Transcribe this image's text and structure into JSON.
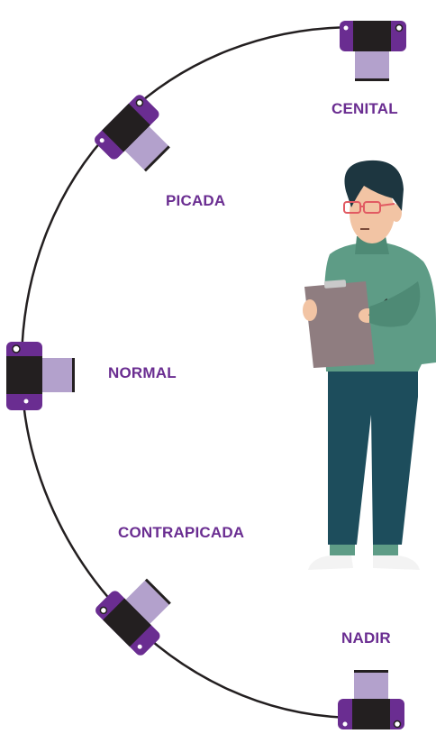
{
  "angles": {
    "cenital": "CENITAL",
    "picada": "PICADA",
    "normal": "NORMAL",
    "contrapicada": "CONTRAPICADA",
    "nadir": "NADIR"
  },
  "colors": {
    "label": "#6a2d91",
    "camera_body": "#6a2d91",
    "camera_core": "#231f20",
    "lens": "#b3a1cc",
    "arc": "#231f20",
    "shirt": "#5e9c86",
    "pants": "#1d4d5c",
    "hair": "#1d3640",
    "skin": "#f2c4a4",
    "clipboard": "#8f7d80",
    "glasses": "#e15a62"
  },
  "icons": {
    "camera": "camera-icon",
    "person": "person-with-clipboard-illustration"
  }
}
